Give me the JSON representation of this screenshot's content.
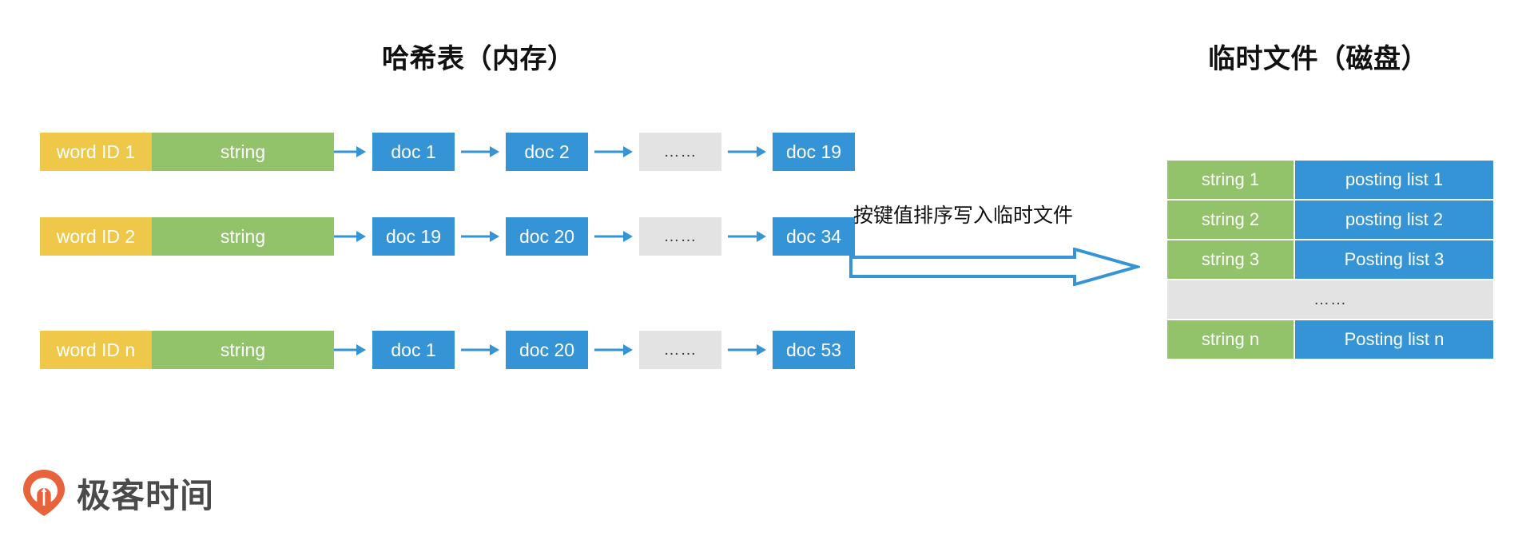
{
  "titles": {
    "left": "哈希表（内存）",
    "right": "临时文件（磁盘）"
  },
  "hash_table": {
    "rows": [
      {
        "word_id": "word ID 1",
        "string": "string",
        "docs": [
          "doc 1",
          "doc 2",
          "……",
          "doc 19"
        ]
      },
      {
        "word_id": "word ID 2",
        "string": "string",
        "docs": [
          "doc 19",
          "doc 20",
          "……",
          "doc 34"
        ]
      },
      {
        "word_id": "word ID n",
        "string": "string",
        "docs": [
          "doc 1",
          "doc 20",
          "……",
          "doc 53"
        ]
      }
    ]
  },
  "transform": {
    "label": "按键值排序写入临时文件",
    "arrow_icon": "block-right-arrow-icon"
  },
  "temp_file": {
    "rows": [
      {
        "key": "string 1",
        "value": "posting list 1",
        "type": "data"
      },
      {
        "key": "string 2",
        "value": "posting list 2",
        "type": "data"
      },
      {
        "key": "string 3",
        "value": "Posting list 3",
        "type": "data"
      },
      {
        "key": "",
        "value": "……",
        "type": "ellipsis"
      },
      {
        "key": "string n",
        "value": "Posting list n",
        "type": "data"
      }
    ]
  },
  "logo": {
    "text": "极客时间",
    "icon": "geekbang-pin-icon"
  },
  "colors": {
    "yellow": "#EFC84A",
    "green": "#92C36B",
    "blue": "#3494D6",
    "grey": "#E3E3E3",
    "logo_orange": "#E8623B",
    "logo_text": "#4A4A4A"
  }
}
